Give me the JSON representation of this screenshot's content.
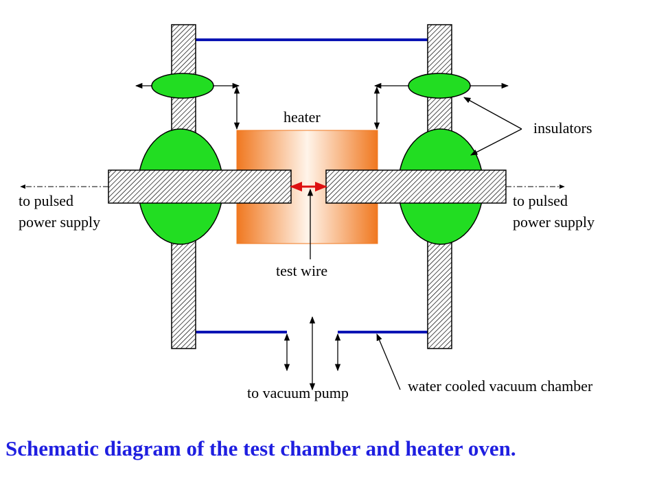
{
  "labels": {
    "heater": "heater",
    "insulators": "insulators",
    "power_left_line1": "to pulsed",
    "power_left_line2": "power supply",
    "power_right_line1": "to pulsed",
    "power_right_line2": "power supply",
    "test_wire": "test wire",
    "vacuum_pump": "to vacuum pump",
    "chamber": "water cooled vacuum chamber"
  },
  "caption": "Schematic diagram of the test chamber and heater oven.",
  "colors": {
    "chamber_wall": "#0a14b4",
    "insulator": "#22dd22",
    "heater_edge": "#f07820",
    "heater_center": "#fff4ea",
    "test_wire": "#dd1111",
    "caption": "#1f1fe0",
    "hatch": "#000000"
  }
}
